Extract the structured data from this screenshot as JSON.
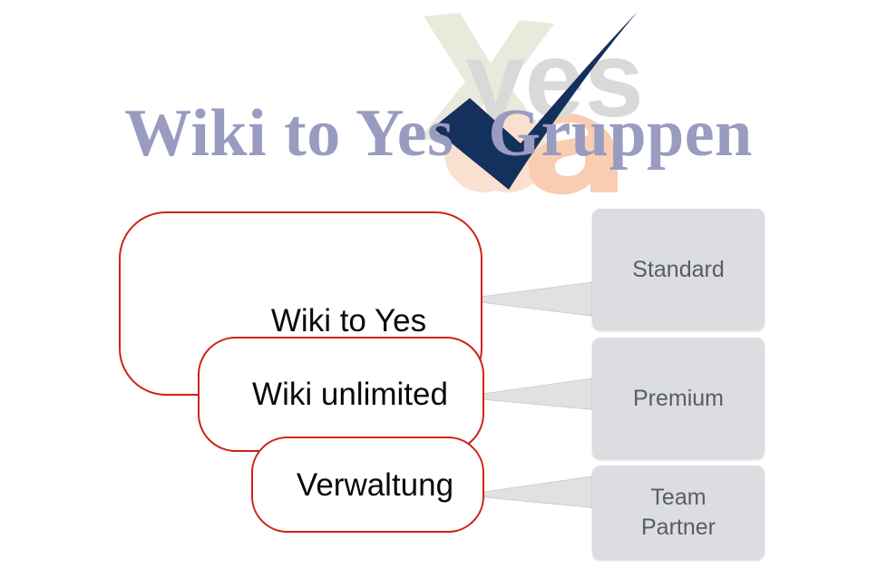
{
  "header": {
    "title": "Wiki to Yes  Gruppen",
    "title_color": "#9a9bc0",
    "watermark": {
      "checkmark_icon": "checkmark-icon",
      "checkmark_color": "#14305c",
      "text_yes": "yes",
      "text_yes_color": "#d8d8d8",
      "x_shape_color": "#e9e9dc",
      "a_shape_color": "#f7d8c4"
    }
  },
  "diagram": {
    "type": "relationship-map",
    "groups": [
      {
        "id": "group-1",
        "label": "Wiki to Yes",
        "tier": "Standard",
        "border_color": "#cc2418",
        "fill_color": "#ffffff"
      },
      {
        "id": "group-2",
        "label": "Wiki unlimited",
        "tier": "Premium",
        "border_color": "#cc2418",
        "fill_color": "#ffffff"
      },
      {
        "id": "group-3",
        "label": "Verwaltung",
        "tier": "Team\nPartner",
        "border_color": "#cc2418",
        "fill_color": "#ffffff"
      }
    ],
    "tiers": [
      {
        "id": "tier-1",
        "label": "Standard",
        "fill_color": "#dcdde0",
        "text_color": "#585d64"
      },
      {
        "id": "tier-2",
        "label": "Premium",
        "fill_color": "#dcdde0",
        "text_color": "#585d64"
      },
      {
        "id": "tier-3",
        "label": "Team\nPartner",
        "fill_color": "#dcdde0",
        "text_color": "#585d64"
      }
    ],
    "connector_color": "#dedede"
  }
}
